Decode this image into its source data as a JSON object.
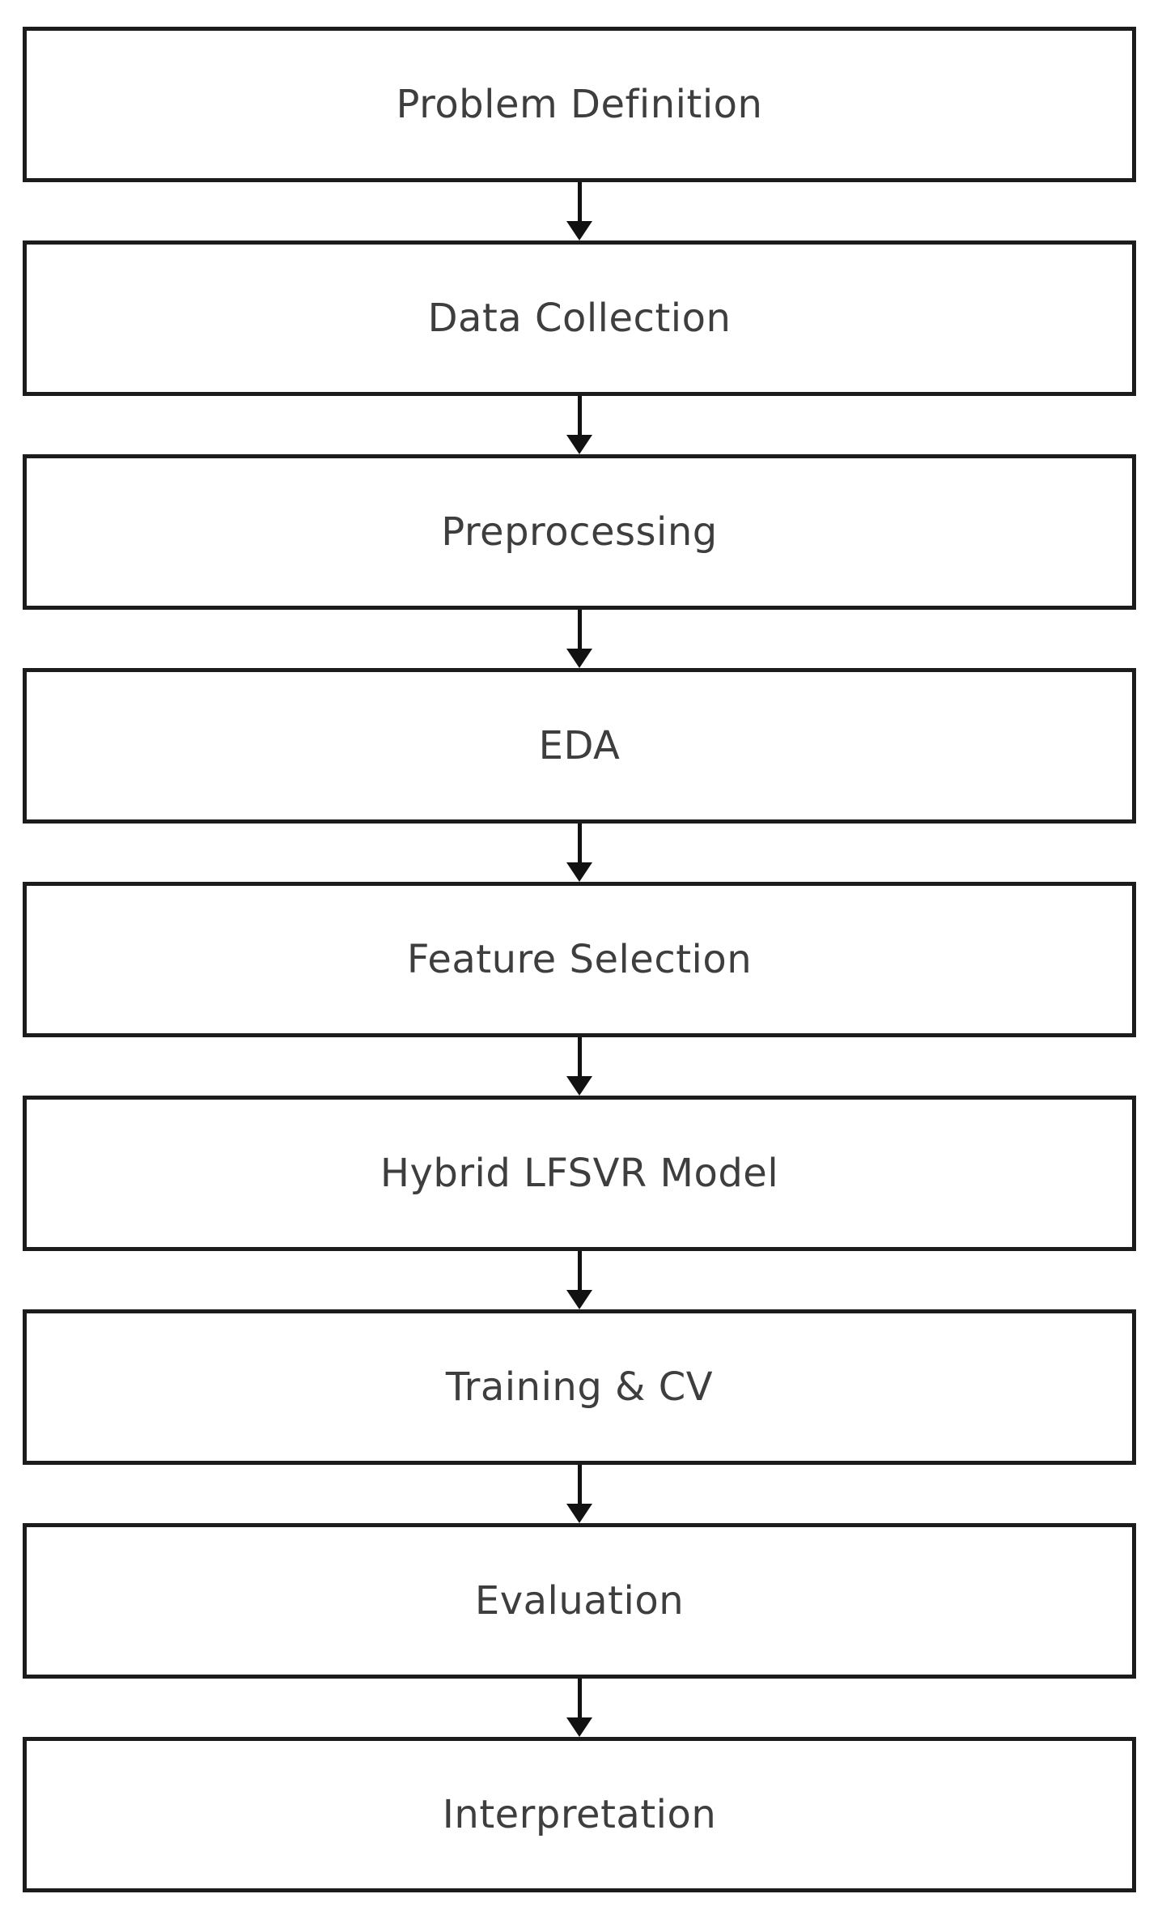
{
  "diagram": {
    "type": "flowchart",
    "direction": "top-down",
    "connector_style": "arrow-down",
    "steps": [
      {
        "label": "Problem Definition"
      },
      {
        "label": "Data Collection"
      },
      {
        "label": "Preprocessing"
      },
      {
        "label": "EDA"
      },
      {
        "label": "Feature Selection"
      },
      {
        "label": "Hybrid LFSVR Model"
      },
      {
        "label": "Training & CV"
      },
      {
        "label": "Evaluation"
      },
      {
        "label": "Interpretation"
      }
    ]
  },
  "colors": {
    "box_border": "#1c1c1c",
    "box_fill": "#ffffff",
    "label_text": "#3e3e3e",
    "arrow": "#111111",
    "background": "#ffffff"
  }
}
